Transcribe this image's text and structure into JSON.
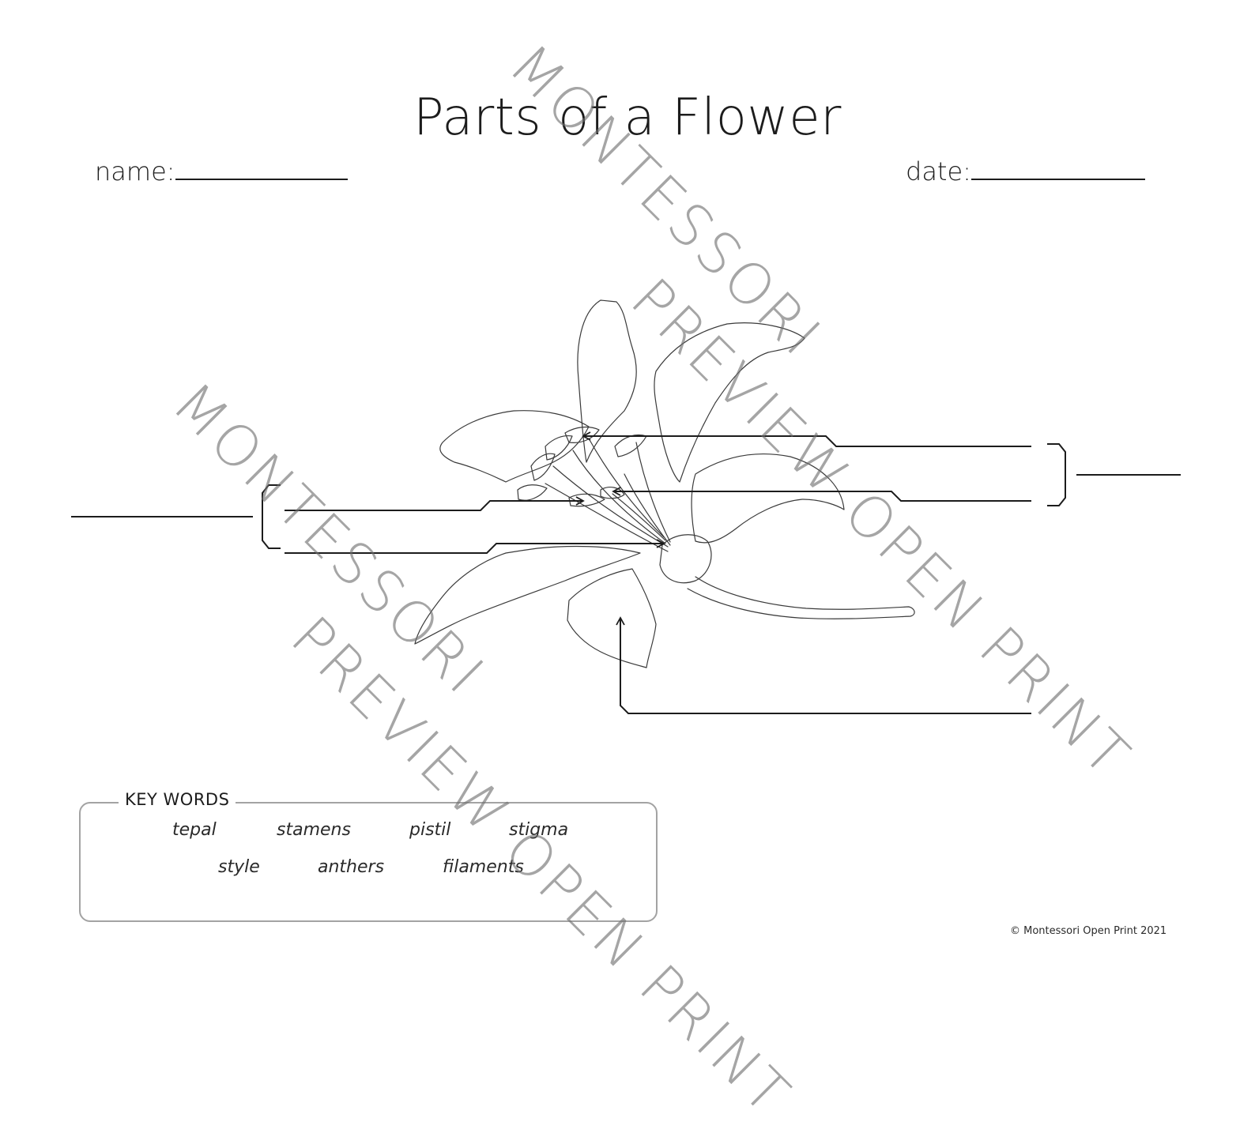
{
  "title": "Parts of a Flower",
  "fields": {
    "name_label": "name:",
    "date_label": "date:"
  },
  "key_words": {
    "heading": "KEY WORDS",
    "row1": [
      "tepal",
      "stamens",
      "pistil",
      "stigma"
    ],
    "row2": [
      "style",
      "anthers",
      "filaments"
    ]
  },
  "watermark": {
    "line1": "MONTESSORI",
    "line2": "PREVIEW OPEN PRINT"
  },
  "footer": "© Montessori Open Print 2021",
  "colors": {
    "ink": "#1c1c1c",
    "watermark": "#6e6e6e",
    "box_border": "#a3a3a3"
  }
}
